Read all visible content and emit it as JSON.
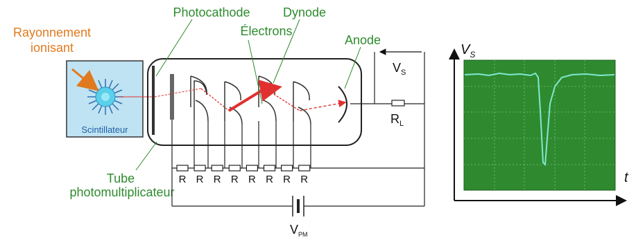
{
  "labels": {
    "rayonnement_line1": "Rayonnement",
    "rayonnement_line2": "ionisant",
    "photocathode": "Photocathode",
    "dynode": "Dynode",
    "electrons": "Électrons",
    "anode": "Anode",
    "scintillateur": "Scintillateur",
    "tube_line1": "Tube",
    "tube_line2": "photomultiplicateur",
    "vs_main": "V",
    "vs_sub": "S",
    "rl_main": "R",
    "rl_sub": "L",
    "vpm_main": "V",
    "vpm_sub": "PM",
    "resistor_label": "R",
    "axis_y_main": "V",
    "axis_y_sub": "S",
    "axis_x": "t"
  },
  "resistor_count": 8,
  "colors": {
    "label_green": "#2e8b2e",
    "label_orange": "#e07a1f",
    "scintillator_bg": "#bfe3f2",
    "electron_path": "#e03030",
    "scope_bg": "#2f8a2f",
    "scope_trace": "#7fe8d0"
  },
  "icons": {
    "crystal": "burst-icon",
    "battery": "battery-icon"
  }
}
